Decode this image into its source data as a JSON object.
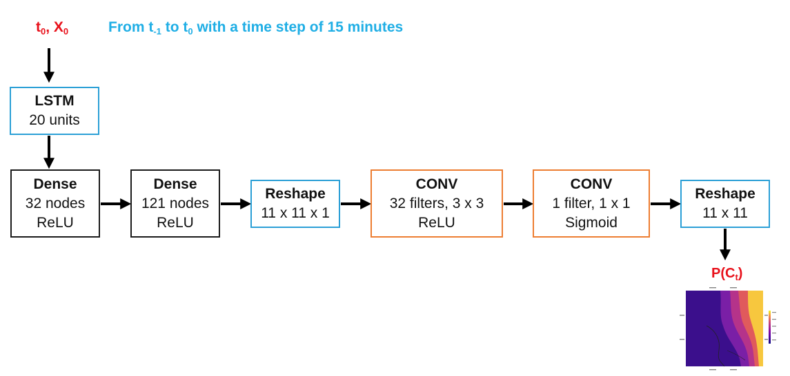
{
  "input": {
    "main": "t",
    "sub1": "0",
    "sep": ", X",
    "sub2": "0"
  },
  "caption": {
    "pre": "From t",
    "sub1": "-1",
    "mid": " to t",
    "sub2": "0",
    "post": " with a time step of 15 minutes"
  },
  "lstm": {
    "title": "LSTM",
    "line1": "20 units"
  },
  "dense1": {
    "title": "Dense",
    "line1": "32 nodes",
    "line2": "ReLU"
  },
  "dense2": {
    "title": "Dense",
    "line1": "121 nodes",
    "line2": "ReLU"
  },
  "reshape1": {
    "title": "Reshape",
    "line1": "11 x 11 x 1"
  },
  "conv1": {
    "title": "CONV",
    "line1": "32 filters, 3 x 3",
    "line2": "ReLU"
  },
  "conv2": {
    "title": "CONV",
    "line1": "1 filter, 1 x 1",
    "line2": "Sigmoid"
  },
  "reshape2": {
    "title": "Reshape",
    "line1": "11 x 11"
  },
  "output": {
    "pre": "P(C",
    "sub": "t",
    "post": ")"
  },
  "colors": {
    "red": "#e8101a",
    "cyan": "#1faee5",
    "blue_border": "#2a9fd6",
    "orange_border": "#ed7d31",
    "black": "#1a1a1a"
  }
}
